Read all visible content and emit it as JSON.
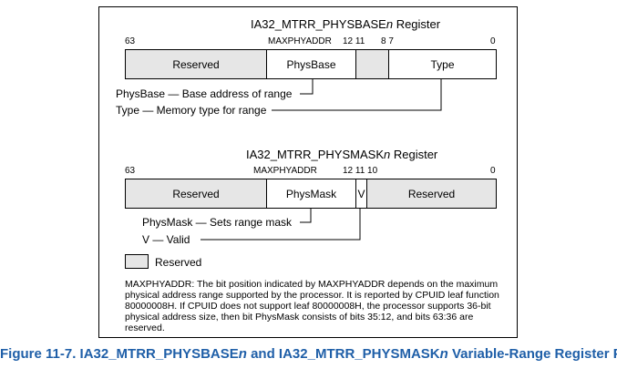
{
  "colors": {
    "shaded": "#e6e6e6",
    "caption": "#1f5fa8",
    "line": "#000000"
  },
  "physbase": {
    "title_prefix": "IA32_MTRR_PHYSBASE",
    "title_n": "n",
    "title_suffix": " Register",
    "bits": {
      "b63": "63",
      "maxphyaddr": "MAXPHYADDR",
      "b12_11": "12 11",
      "b8_7": "8  7",
      "b0": "0"
    },
    "fields": [
      "Reserved",
      "PhysBase",
      "",
      "Type"
    ],
    "legend": [
      "PhysBase — Base address of range",
      "Type — Memory type for range"
    ]
  },
  "physmask": {
    "title_prefix": "IA32_MTRR_PHYSMASK",
    "title_n": "n",
    "title_suffix": " Register",
    "bits": {
      "b63": "63",
      "maxphyaddr": "MAXPHYADDR",
      "b12_11_10": "12 11 10",
      "b0": "0"
    },
    "fields": [
      "Reserved",
      "PhysMask",
      "V",
      "Reserved"
    ],
    "legend": [
      "PhysMask — Sets range mask",
      "V — Valid"
    ]
  },
  "key": {
    "label": "Reserved"
  },
  "note": "MAXPHYADDR: The bit position indicated by MAXPHYADDR depends on the maximum physical address range supported by the processor. It is reported by CPUID leaf function 80000008H. If CPUID does not support leaf 80000008H, the processor supports 36-bit physical address size, then bit PhysMask consists of bits 35:12, and bits 63:36 are reserved.",
  "caption": {
    "prefix": "Figure 11-7.  IA32_MTRR_PHYSBASE",
    "n1": "n",
    "middle": " and IA32_MTRR_PHYSMASK",
    "n2": "n",
    "suffix": " Variable-Range Register Pair"
  }
}
